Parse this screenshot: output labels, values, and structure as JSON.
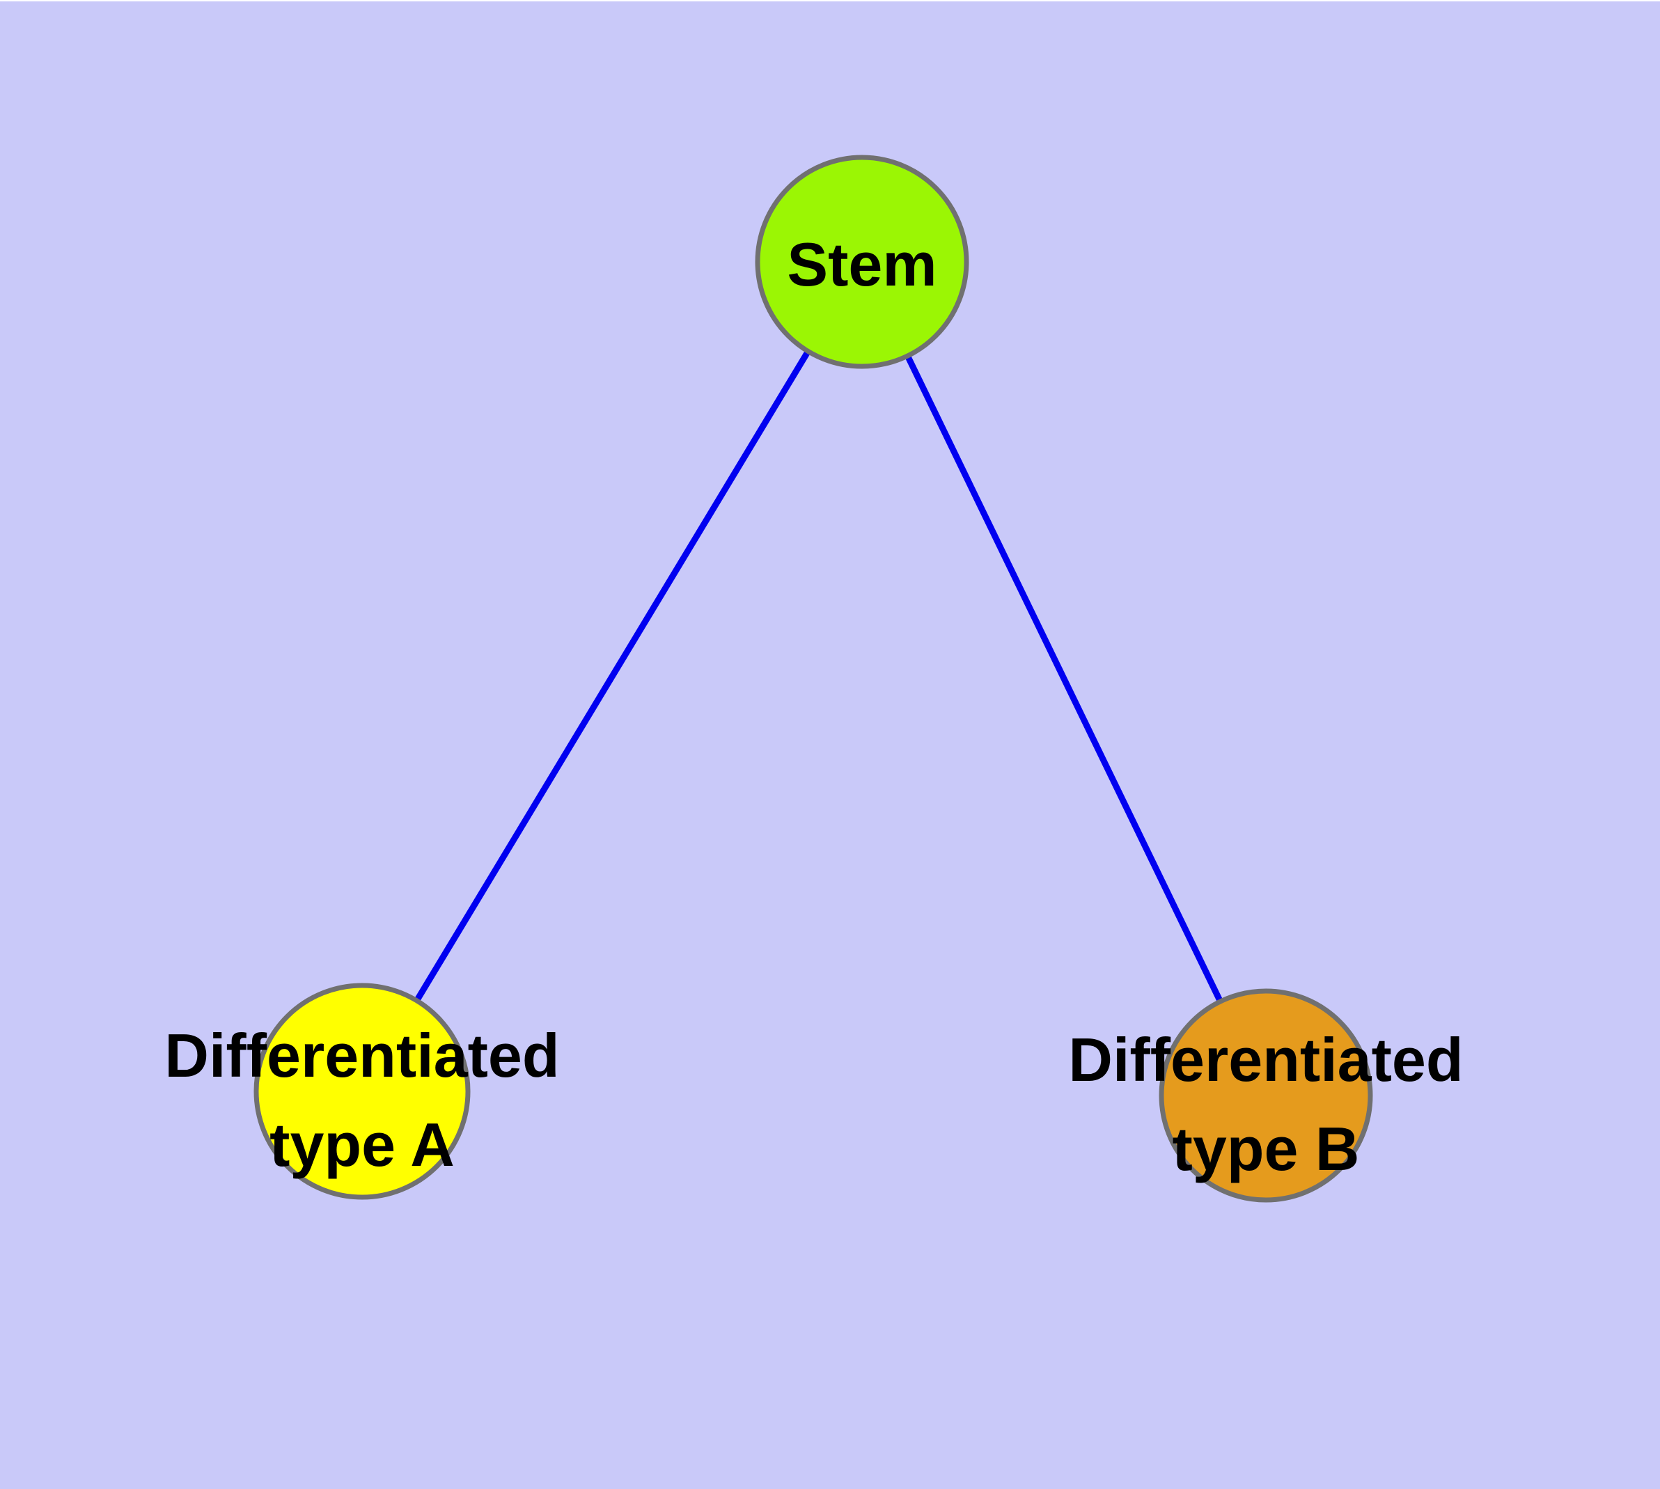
{
  "figure": {
    "title": "",
    "background_color": "#C9C9F9",
    "top_border_color": "#FFFFFF",
    "edge_color": "#0000F0",
    "node_border_color": "#707070",
    "label_color": "#000000",
    "nodes": {
      "stem": {
        "label": "Stem",
        "fill": "#9BF604"
      },
      "type_a": {
        "label_line1": "Differentiated",
        "label_line2": "type A",
        "fill": "#FFFF00"
      },
      "type_b": {
        "label_line1": "Differentiated",
        "label_line2": "type B",
        "fill": "#E59B1D"
      }
    },
    "edges": [
      {
        "from": "Stem",
        "to": "Differentiated type A"
      },
      {
        "from": "Stem",
        "to": "Differentiated type B"
      }
    ]
  }
}
